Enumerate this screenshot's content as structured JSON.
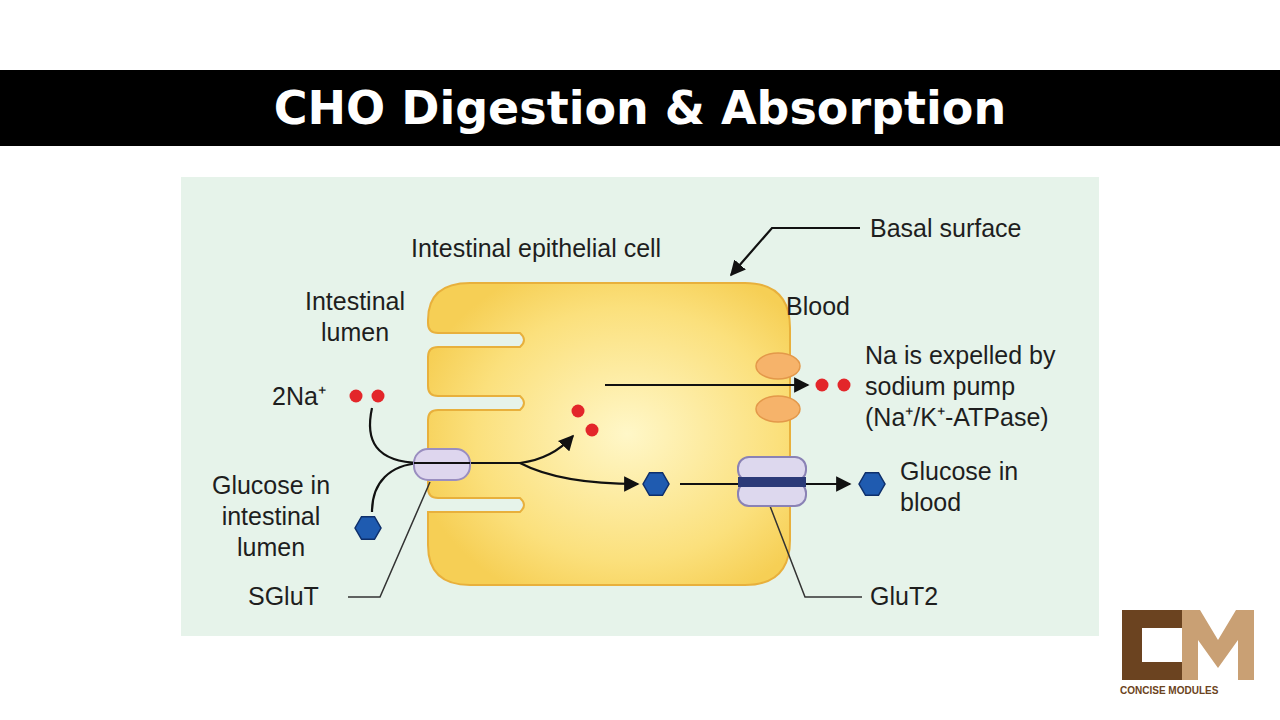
{
  "diagram": {
    "title": "CHO Digestion & Absorption",
    "labels": [
      "Intestinal epithelial cell",
      "Basal surface",
      "Intestinal lumen",
      "Blood",
      "2Na⁺",
      "Na is expelled by sodium pump (Na⁺/K⁺-ATPase)",
      "Glucose in intestinal lumen",
      "Glucose in blood",
      "SGluT",
      "GluT2",
      "CONCISE MODULES"
    ]
  }
}
